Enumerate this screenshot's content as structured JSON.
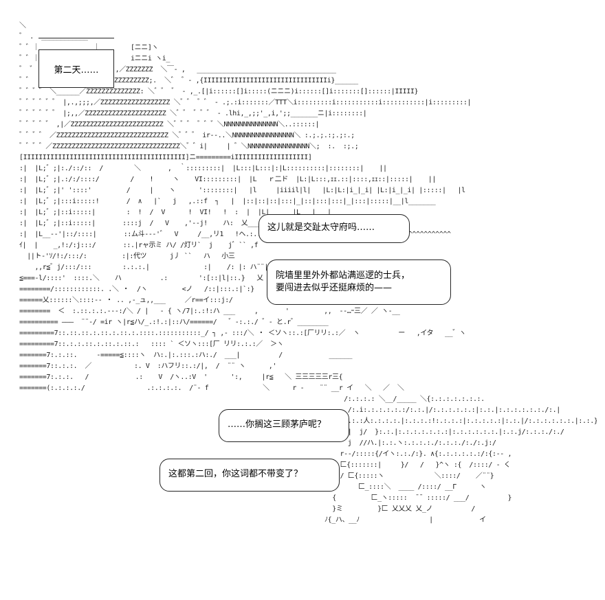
{
  "caption": {
    "text": "第二天……"
  },
  "dialogue": [
    {
      "lines": [
        "这儿就是交趾太守府吗……"
      ]
    },
    {
      "lines": [
        "院墙里里外外都站满巡逻的士兵，",
        "要闯进去似乎还挺麻烦的——"
      ]
    },
    {
      "lines": [
        "……你搁这三顾茅庐呢？"
      ]
    },
    {
      "lines": [
        "这都第二回，你这词都不带变了？"
      ]
    }
  ],
  "art": {
    "lines": [
      "＼",
      "゛ .  ____________",
      "゛゛｜              ｜        [ニニ]ヽ",
      "゛゛｜              ｜;,,     iニニi ヽi_",
      "゛ ゛｜              ｜;;.,／ZZZZZZZ  ＼￣- ,   ____________________________________",
      "゛゛ ｜              ｜／ZZZZZZZZZZ;.  ＼゛ ゛‐ ,{IIIIIIIIIIIIIIIIIIIIIIIIIIIIIIIIi}______",
      "゛゛゛゛ ＼______／ZZZZZZZZZZZZZZ: ＼゛゛ ゛ ‐ ,_.[|i::::::[]i:::::(ニニニ)i::::::[]i:::::::[]::::::|IIIII}",
      "゛゛゛゛゛゛ |,.,;;;,／ZZZZZZZZZZZZZZZZZZ ＼゛゛ ゛゛ ‐ .;.:i:::::::／TTT＼i:::::::::i:::::::::::i:::::::::::|i:::::::::|",
      "゛゛゛゛゛゛ |;,,／ZZZZZZZZZZZZZZZZZZZZZ ＼゛゛ ゛゛゛ ‐ .lhi,_,;;'_,i,';;_______ニ|i::::::::|",
      "゛゛゛゛゛ ,|／ZZZZZZZZZZZZZZZZZZZZZZZZ ＼゛゛゛ ゛゛゛＼NNNNNNNNNNNNNN＼..::::::|",
      "゛゛゛゛ ／ZZZZZZZZZZZZZZZZZZZZZZZZZZZZZ ＼゛゛゛ ir‐-..＼NNNNNNNNNNNNNNNN＼ :.;.;.:;.;:.;",
      "゛゛゛゛／ZZZZZZZZZZZZZZZZZZZZZZZZZZZZZZZZZ＼゛゛i|     | ゛＼NNNNNNNNNNNNNNNN＼;  :.  :;.;",
      "[IIIIIIIIIIIIIIIIIIIIIIIIIIIIIIIIIIIIIIIIII]ニ=========iIIIIIIIIIIIIIIIIIII]",
      ":|  |L;゛;|:./::/::  /        ＼       ,  ｀:::::::::|  |L:::|L:::|:|L::::::::::|::::::::|    ||",
      ":|  |L;゛;|.:/:/::::/        /    !     ヽ    VI:::::::::|  |L   ｒ二ド  |L:|L:::,ｪｪ.::|::::,ｪｪ::|:::::|    ||",
      ":|  |L;゛;|' '::::'         /     |    ヽ      '::::::::|   |l     |iiiil|l|   |L:|L:|i_|_i| |L:|i_|_i| |:::::|   |l",
      ":|  |L;゛;|:::i:::::!       /  ∧   |`   j   ,.::f  ┐   |  |::|::|::|:::|_|::|:::|:::|_|:::|:::::|__|l_______",
      ":|  |L;゛;|::i:::::|        :  !  /  V      !  VI!   !  :  |  |L|______|L___|___|",
      ":|  |L;゛;|::i:::::|       ::::j  /   V    ,'--j!    ハ:  乂_______________ノ:|L|ɪɪɪɪɪɪ:|L|ɪɪɪɪz||",
      ":|  |L__--'|::/::::|       ::ム斗--‐'゛  V     /__,リ1   !ヘ.:.:.   ____.:|  |l      |iiiil,ィソl,ィ^^^^^^^^^^^^^^",
      "ｲ|  |    _,!:/:j:::/       ::.|rャ示ミ ハ/ /灯リ`  j    j゛`` ,f",
      "  ||ト-'ｿ/!:/:::/:         :|:代ツ      j丿 ``   ハ   小三",
      "    ,,r≦゛j/:::/:::        :.:.:.|              :|    /: |: ハ¨¨|",
      "≦===-l/::::'  ::::.＼    ハ          .:        ':[::|l|::.}   乂",
      "========/::::::::::::. .＼ ・  /ヽ         <ノ   /::|:::.:|`:}",
      "======乂::::::＼::::-- ・ .. ,-_ュ,,___     ／r==イ:::j:/",
      "========  ＜  :.::.:.:.---:/＼ / |   ‐ { ヽ/7|:.:!:ハ ___     ,       '         ,,  -‐…ｰ三／ ／ ヽ-__",
      "========== ―――  ¨¨-/ =ir ヽ|r≦ハ/_.:!.:|::ハ/======/   ゛‐:.:./ ゛‐ と.r゛________",
      "=========7::.::.::.:.::.:.::.:.::::.:::::::::::_/ ┐ ,‐ :::/＼ ・ ＜ソヽ::.:[厂リリ:.:／  ヽ          ー   ,イタ   __゛ヽ",
      "=========7::.:.:.::.:.::.:.::.:   :::: ` ＜ソヽ:::[厂 リリ:.:.:／  ＞ヽ",
      "=======7:.:.::.     -=====≦::::ヽ  ハ:.|:.:::.:ハ:./  ___|          /            ______",
      "=======7::.:.:.  ／           :. V  :ハフリ::.:/|,  /  ¨¨ ヽ      ,'",
      "=======7:.:.:.   /            .:    V  /ヽ..:V  '      ':,     |r≦   ＼ 三三三三三r三{",
      "=======(:.:.:.:./                .:.:.:.:.  /¨‐ f              ＼      r ‐    ¨¨ __r イ   ＼   ／  ＼",
      "                                                                                    /:.:.:.: ＼__/_____ ＼{:.:.:.:.:.:.:.",
      "                                                                                     /:.i:.:.:.:.:.:/:.:.|/:.:.:.:.:.:|:.:.|:.:.:.:.:.:./:.|",
      "                                                                                    {.:.:人:.:.:.:.|:.:.:.:!:.:.:.:|:.:.:.:.:|:.:.|/:.:.:.:.:.:.|:.:.}'",
      "                                                                                     |  j/  }:.:.|:.:.:.:.:.:.:|:.:.:.:.:.:.|:.:.j/:.:.:./:./",
      "                                                                                     j  //ハ.|:.:.ヽ:.:.:.:./:.:.:./:./:.j:/",
      "                                                                                   r--/:::::{/イヽ:.:./:}. ∧{:.:.:.:.:.:/:{:-- ,",
      "                                                                                   匚{:::::::|     }/   /   }^ヽ :{  /::::/ ‐ く",
      "                                                                                   / 匚{:::::ヽ             ＼::::/    ／¨¨}",
      "                                                                                 ィ     匚_::::＼  ____ /::::/ __Γ      ヽ",
      "                                                                                 {         匚_ヽ:::::  ̄ ̄  :::::/ ___/          }",
      "                                                                                 }ミ         }匚 乂乂乂 乂_ノ          /",
      "                                                                               ﾉ{_ハ、__ﾉ                  |            イ"
    ]
  }
}
